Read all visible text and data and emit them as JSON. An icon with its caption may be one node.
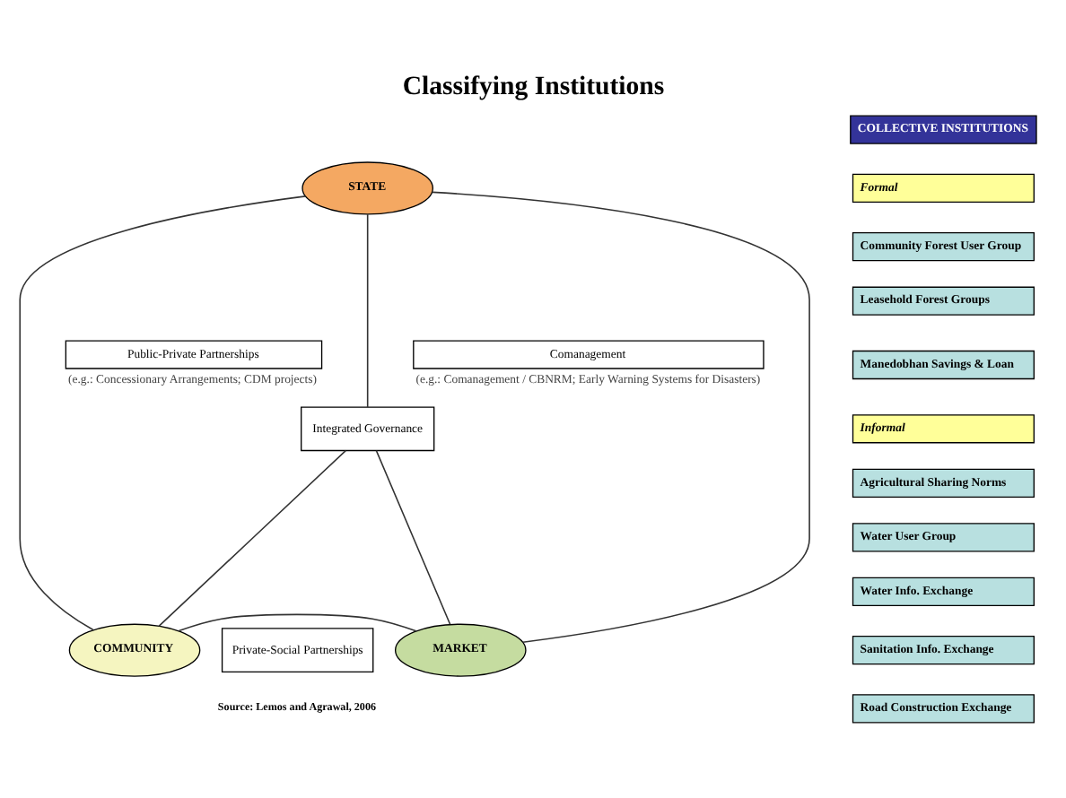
{
  "diagram": {
    "title": "Classifying Institutions",
    "caption": "Source: Lemos and Agrawal, 2006",
    "nodes": [
      {
        "text": [
          "STATE"
        ]
      },
      {
        "text": [
          "Comanagement"
        ],
        "beside": [
          "(e.g.: Comanagement / CBNRM; Early Warning Systems for Disasters)"
        ]
      },
      {
        "text": [
          "Integrated Governance"
        ]
      },
      {
        "text": [
          "Public-Private Partnerships"
        ],
        "beside": [
          "(e.g.: Concessionary Arrangements; CDM projects)"
        ]
      },
      {
        "text": [
          "COMMUNITY"
        ]
      },
      {
        "text": [
          "Private-Social Partnerships"
        ]
      },
      {
        "text": [
          "MARKET"
        ]
      }
    ],
    "edges": [
      {
        "from": 0,
        "to": 4,
        "arrow": "none"
      },
      {
        "from": 0,
        "to": 6,
        "arrow": "none"
      },
      {
        "from": 4,
        "to": 6,
        "arrow": "none"
      },
      {
        "from": 0,
        "to": 2,
        "arrow": "none"
      },
      {
        "from": 4,
        "to": 2,
        "arrow": "none"
      },
      {
        "from": 6,
        "to": 2,
        "arrow": "none"
      }
    ],
    "labels": [
      "COLLECTIVE INSTITUTIONS",
      "Formal",
      "Community Forest User Group",
      "Leasehold Forest Groups",
      "Manedobhan Savings & Loan",
      "Informal",
      "Agricultural Sharing Norms",
      "Water User Group",
      "Water Info. Exchange",
      "Sanitation Info. Exchange",
      "Road Construction Exchange"
    ]
  }
}
